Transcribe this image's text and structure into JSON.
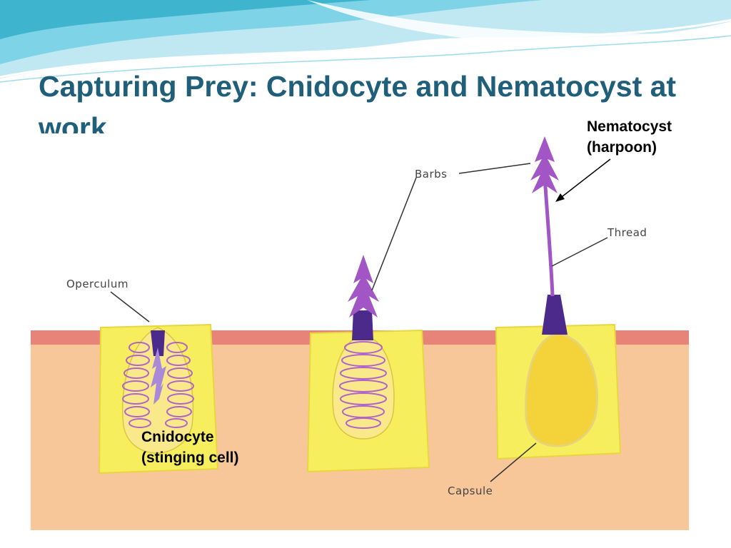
{
  "slide": {
    "title": "Capturing Prey: Cnidocyte and Nematocyst at work"
  },
  "theme": {
    "title_color": "#1f5f7a",
    "wave_colors": [
      "#bfe8f2",
      "#7fd3e6",
      "#3fb4cf",
      "#ffffff"
    ]
  },
  "diagram": {
    "labels": {
      "operculum": "Operculum",
      "barbs": "Barbs",
      "thread": "Thread",
      "capsule": "Capsule"
    },
    "callouts": {
      "nematocyst_line1": "Nematocyst",
      "nematocyst_line2": "(harpoon)",
      "cnidocyte_line1": "Cnidocyte",
      "cnidocyte_line2": "(stinging cell)"
    },
    "colors": {
      "tissue": "#f7c79a",
      "surface_layer": "#e8837a",
      "cell": "#f6ee5c",
      "capsule": "#f3d23a",
      "coil": "#b064c8",
      "operculum_plug": "#4b2a8c",
      "barbs": "#a255c4"
    }
  }
}
